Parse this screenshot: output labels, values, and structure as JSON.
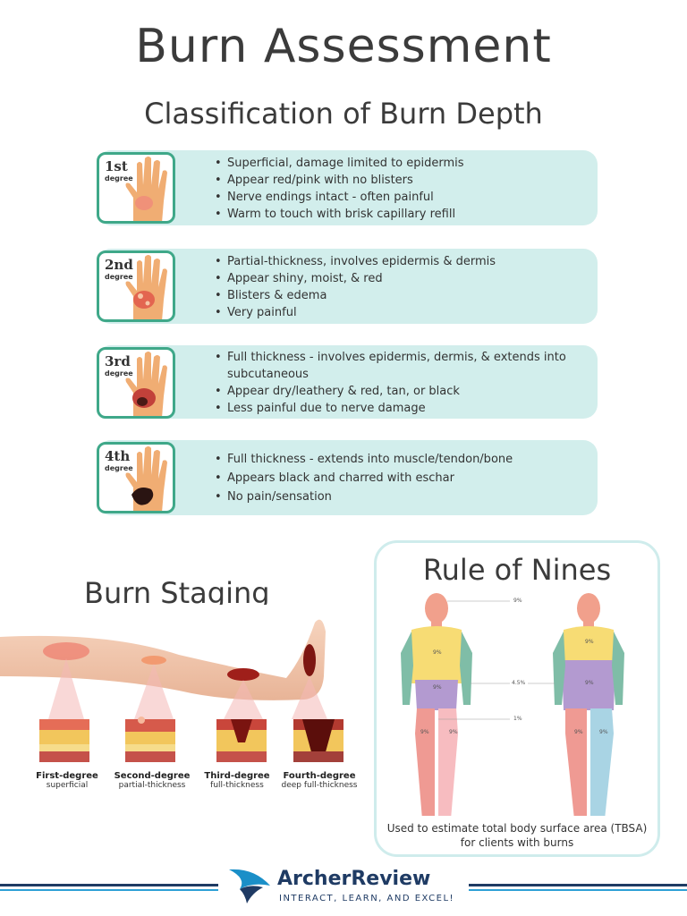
{
  "header": {
    "title": "Burn Assessment",
    "subtitle": "Classification of Burn Depth"
  },
  "degrees": [
    {
      "num": "1st",
      "word": "degree",
      "bullets": [
        "Superficial, damage limited to epidermis",
        "Appear red/pink with no blisters",
        "Nerve endings intact - often painful",
        "Warm to touch with brisk capillary refill"
      ]
    },
    {
      "num": "2nd",
      "word": "degree",
      "bullets": [
        "Partial-thickness, involves epidermis & dermis",
        "Appear shiny, moist, & red",
        "Blisters & edema",
        "Very painful"
      ]
    },
    {
      "num": "3rd",
      "word": "degree",
      "bullets": [
        "Full thickness - involves epidermis, dermis, & extends into subcutaneous",
        "Appear dry/leathery & red, tan, or black",
        "Less painful due to nerve damage"
      ]
    },
    {
      "num": "4th",
      "word": "degree",
      "bullets": [
        "Full thickness - extends into muscle/tendon/bone",
        "Appears black and charred with eschar",
        "No pain/sensation"
      ]
    }
  ],
  "staging": {
    "title": "Burn Staging",
    "stages": [
      {
        "name": "First-degree",
        "desc": "superficial"
      },
      {
        "name": "Second-degree",
        "desc": "partial-thickness"
      },
      {
        "name": "Third-degree",
        "desc": "full-thickness"
      },
      {
        "name": "Fourth-degree",
        "desc": "deep full-thickness"
      }
    ]
  },
  "rule_of_nines": {
    "title": "Rule of Nines",
    "labels": {
      "head": "9%",
      "arm": "4.5%",
      "genital": "1%",
      "front_chest": "9%",
      "front_abdomen": "9%",
      "leg_left": "9%",
      "leg_right": "9%",
      "back_upper": "9%",
      "back_lower": "9%",
      "back_leg_left": "9%",
      "back_leg_right": "9%"
    },
    "caption": "Used to estimate total body surface area (TBSA) for clients with burns"
  },
  "footer": {
    "brand": "ArcherReview",
    "tagline": "INTERACT, LEARN, AND EXCEL!"
  }
}
